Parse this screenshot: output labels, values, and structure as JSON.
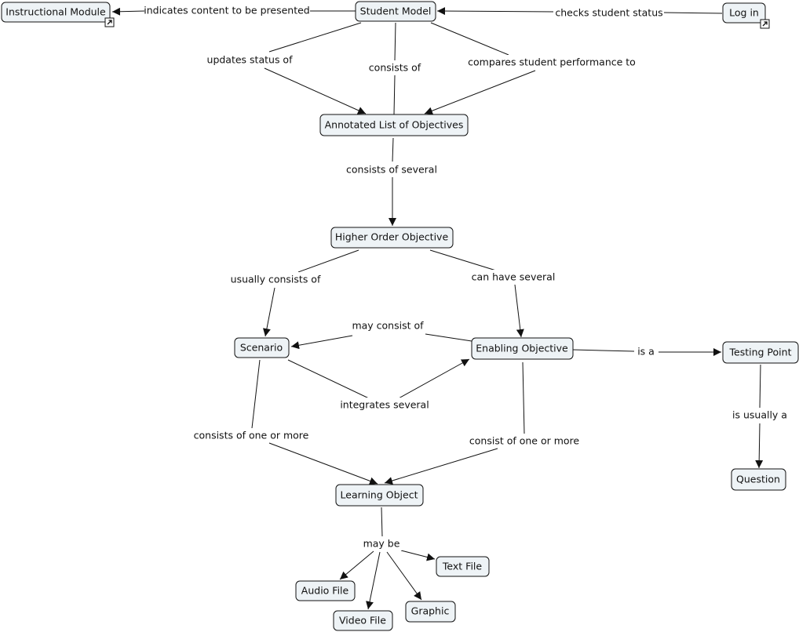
{
  "nodes": {
    "instructional_module": "Instructional Module",
    "student_model": "Student Model",
    "log_in": "Log in",
    "annotated_list": "Annotated List of Objectives",
    "higher_order": "Higher Order Objective",
    "scenario": "Scenario",
    "enabling_objective": "Enabling Objective",
    "testing_point": "Testing Point",
    "question": "Question",
    "learning_object": "Learning Object",
    "text_file": "Text File",
    "audio_file": "Audio File",
    "video_file": "Video File",
    "graphic": "Graphic"
  },
  "links": {
    "indicates_content": "indicates content to be presented",
    "checks_status": "checks student status",
    "updates_status": "updates status of",
    "consists_of": "consists of",
    "compares_performance": "compares student performance to",
    "consists_of_several": "consists of several",
    "usually_consists_of": "usually consists of",
    "can_have_several": "can have several",
    "may_consist_of": "may consist of",
    "is_a": "is a",
    "integrates_several": "integrates several",
    "is_usually_a": "is usually a",
    "consists_of_one_or_more": "consists of one or more",
    "consist_of_one_or_more": "consist of one or more",
    "may_be": "may be"
  },
  "icons": {
    "external_link": "external-link-icon"
  }
}
